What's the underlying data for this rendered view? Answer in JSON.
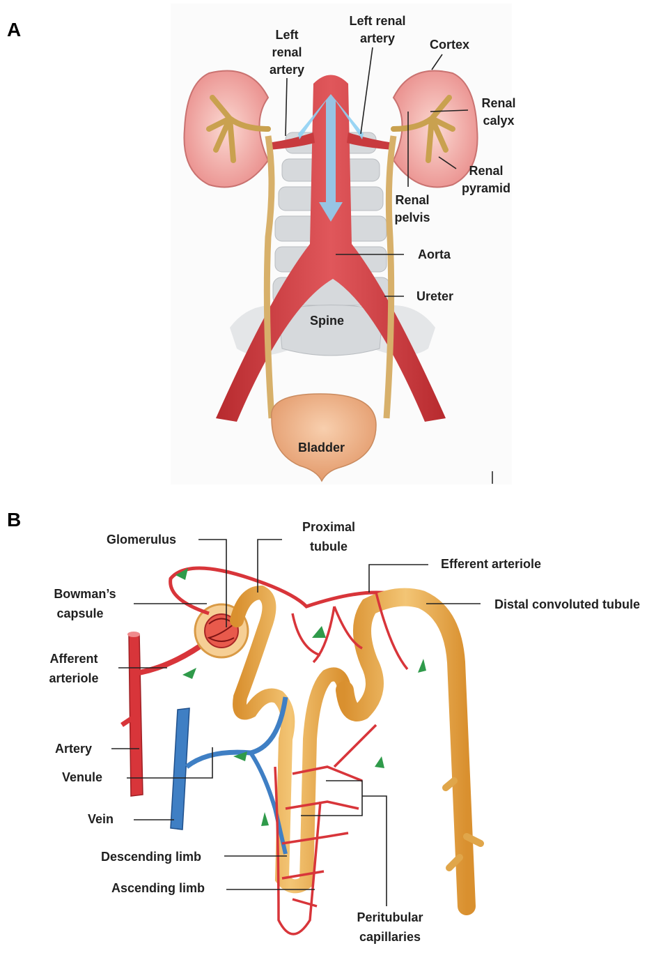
{
  "panels": {
    "a": {
      "letter": "A",
      "labels": {
        "left_renal_artery_1": [
          "Left",
          "renal",
          "artery"
        ],
        "left_renal_artery_2": [
          "Left renal",
          "artery"
        ],
        "cortex": "Cortex",
        "renal_calyx": [
          "Renal",
          "calyx"
        ],
        "renal_pyramid": [
          "Renal",
          "pyramid"
        ],
        "renal_pelvis": [
          "Renal",
          "pelvis"
        ],
        "aorta": "Aorta",
        "ureter": "Ureter",
        "spine": "Spine",
        "bladder": "Bladder"
      }
    },
    "b": {
      "letter": "B",
      "labels": {
        "glomerulus": "Glomerulus",
        "proximal_tubule": [
          "Proximal",
          "tubule"
        ],
        "efferent_arteriole": "Efferent arteriole",
        "bowmans_capsule": [
          "Bowman’s",
          "capsule"
        ],
        "distal_convoluted_tubule": "Distal convoluted tubule",
        "afferent_arteriole": [
          "Afferent",
          "arteriole"
        ],
        "artery": "Artery",
        "venule": "Venule",
        "vein": "Vein",
        "descending_limb": "Descending limb",
        "ascending_limb": "Ascending limb",
        "peritubular_capillaries": [
          "Peritubular",
          "capillaries"
        ]
      }
    }
  },
  "colors": {
    "artery_red": "#d8353a",
    "vein_blue": "#3f7fc4",
    "tubule_orange": "#e8a94a",
    "kidney_pink": "#f2a6a3",
    "spine_grey": "#cfd3d6",
    "flow_arrow": "#7cc6f0",
    "bladder": "#f0b48c",
    "green_arrow": "#2f9a4a"
  }
}
